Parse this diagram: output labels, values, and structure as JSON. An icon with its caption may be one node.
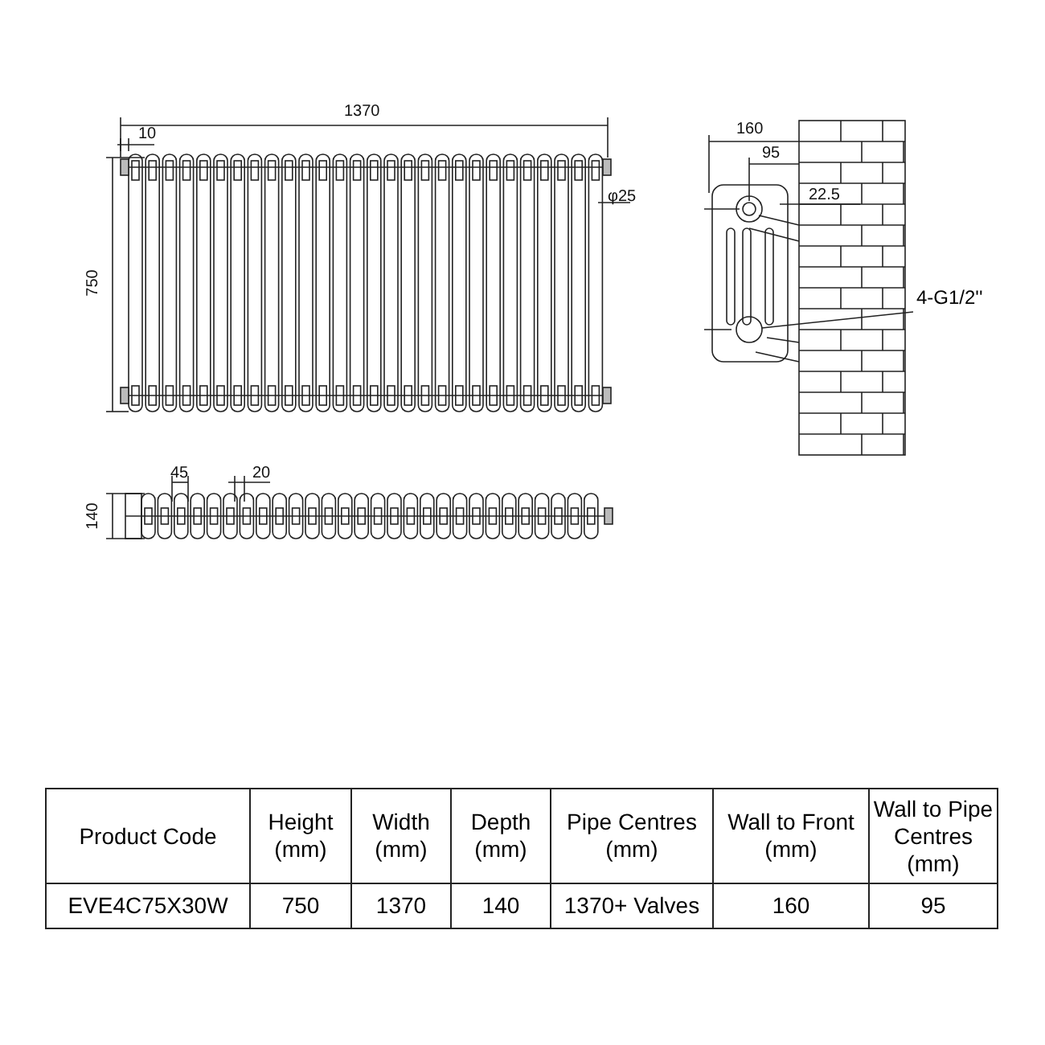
{
  "diagram": {
    "nodes": [
      {
        "text": [
          "4-G1/2''"
        ]
      },
      {
        "text": [],
        "shape": "circle"
      }
    ],
    "edges": [
      {
        "from": 0,
        "to": 1,
        "arrow": "none"
      }
    ],
    "labels": [
      "1370",
      "10",
      "750",
      "φ25",
      "45",
      "20",
      "140",
      "160",
      "95",
      "22.5",
      "Product Code",
      "Height (mm)",
      "Width (mm)",
      "Depth (mm)",
      "Pipe Centres (mm)",
      "Wall to Front (mm)",
      "Wall to Pipe Centres (mm)",
      "EVE4C75X30W",
      "750",
      "1370",
      "140",
      "1370+ Valves",
      "160",
      "95"
    ]
  }
}
